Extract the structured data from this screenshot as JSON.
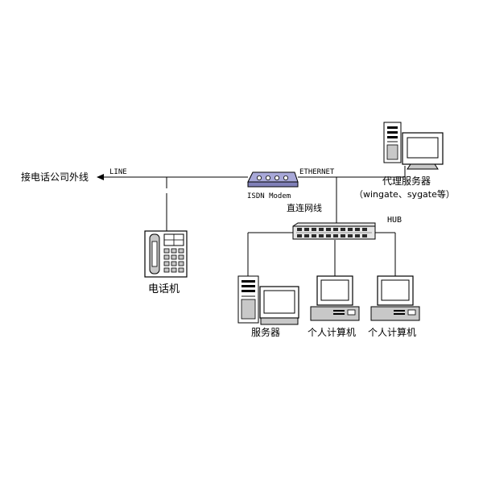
{
  "labels": {
    "external_line": "接电话公司外线",
    "line": "LINE",
    "ethernet": "ETHERNET",
    "isdn_modem": "ISDN Modem",
    "direct_cable": "直连网线",
    "hub": "HUB",
    "proxy_server": "代理服务器",
    "proxy_software": "（wingate、sygate等）",
    "telephone": "电话机",
    "server": "服务器",
    "pc_1": "个人计算机",
    "pc_2": "个人计算机"
  },
  "colors": {
    "modem_body": "#a8a8d8",
    "modem_lights": "#ffffff",
    "hub_body": "#e6e6e6",
    "hub_ports": "#2a2a2a",
    "device_gray": "#c8c8c8",
    "screen": "#ffffff",
    "line": "#000000"
  },
  "icons": {
    "arrow": "arrow-left-icon",
    "modem": "modem-icon",
    "hub": "hub-icon",
    "telephone": "telephone-icon",
    "server": "tower-computer-icon",
    "pc": "desktop-computer-icon"
  }
}
